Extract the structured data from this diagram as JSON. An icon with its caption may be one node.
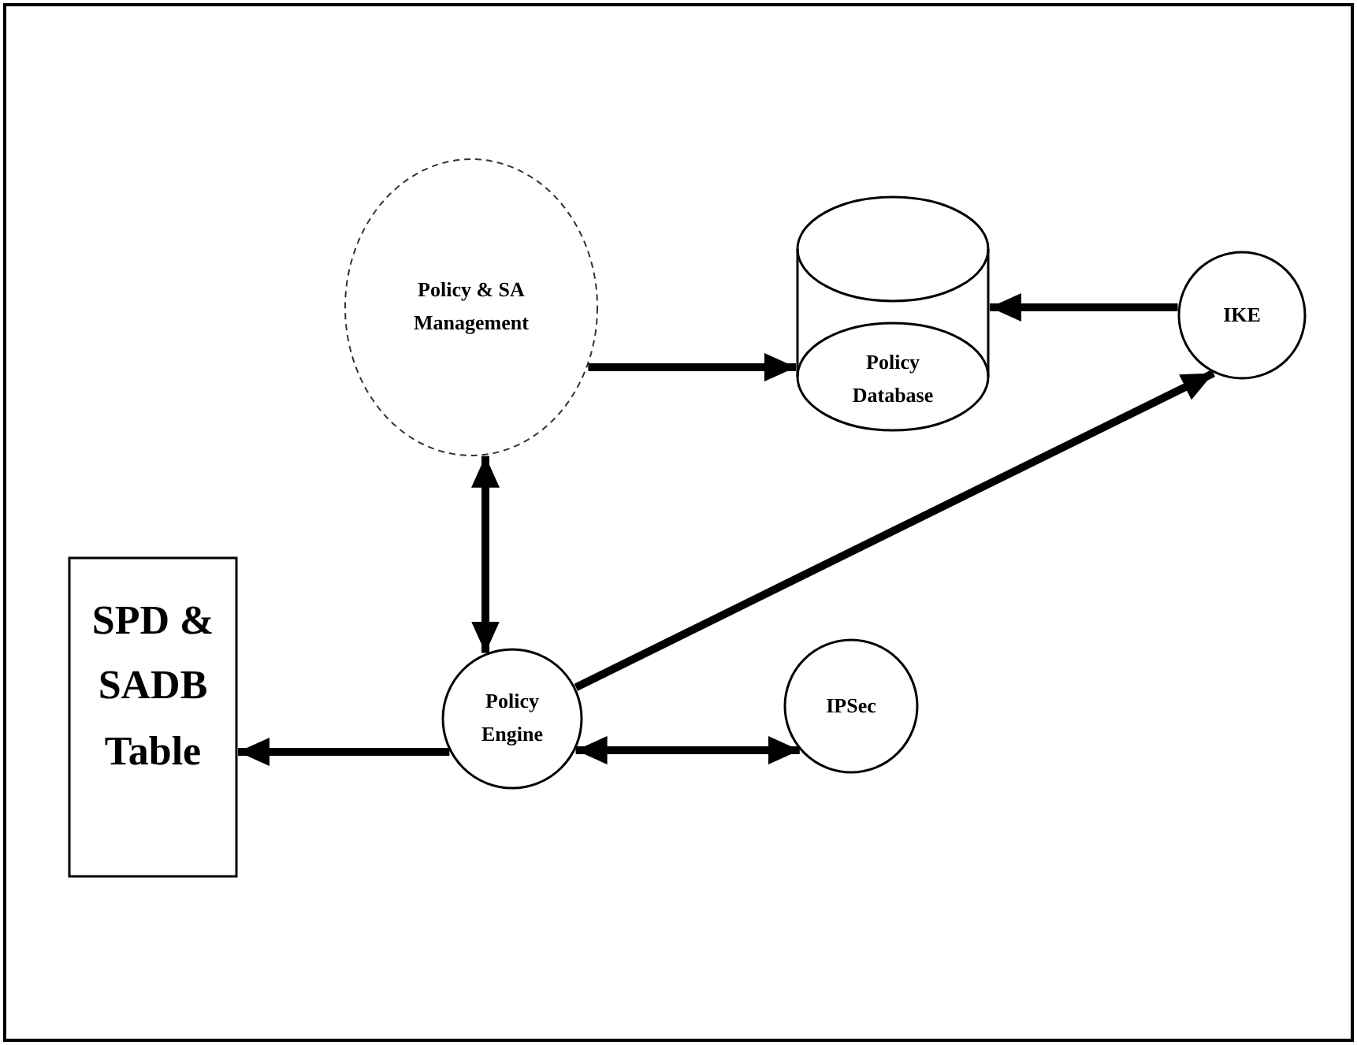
{
  "diagram": {
    "nodes": [
      {
        "text": [
          "Policy & SA Management"
        ]
      },
      {
        "text": [
          "Policy Database"
        ]
      },
      {
        "text": [
          "IKE"
        ]
      },
      {
        "text": [
          "SPD & SADB Table"
        ]
      },
      {
        "text": [
          "Policy Engine"
        ]
      },
      {
        "text": [
          "IPSec"
        ]
      }
    ],
    "edges": [
      {
        "from": 0,
        "to": 1,
        "arrow": "to"
      },
      {
        "from": 2,
        "to": 1,
        "arrow": "to"
      },
      {
        "from": 0,
        "to": 4,
        "arrow": "both"
      },
      {
        "from": 4,
        "to": 3,
        "arrow": "to"
      },
      {
        "from": 4,
        "to": 5,
        "arrow": "both"
      },
      {
        "from": 4,
        "to": 2,
        "arrow": "to"
      }
    ]
  }
}
